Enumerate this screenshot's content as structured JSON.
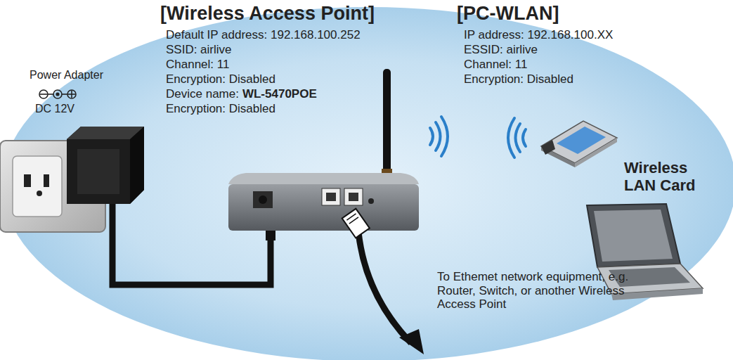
{
  "diagram": {
    "labels": [
      "Power Adapter",
      "DC 12V",
      "[Wireless Access Point]",
      "Default IP address: 192.168.100.252",
      "SSID: airlive",
      "Channel: 11",
      "Encryption: Disabled",
      "Device name:",
      "WL-5470POE",
      "Encryption: Disabled",
      "[PC-WLAN]",
      "IP address: 192.168.100.XX",
      "ESSID: airlive",
      "Channel: 11",
      "Encryption: Disabled",
      "Wireless LAN Card",
      "To Ethemet network equipment, e.g. Router, Switch, or another Wireless Access Point"
    ]
  }
}
